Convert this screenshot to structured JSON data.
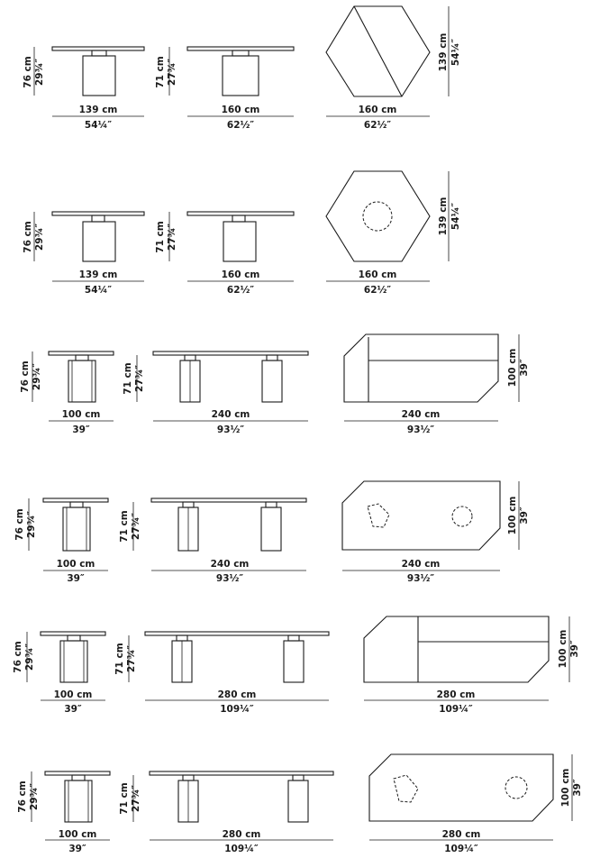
{
  "rows": [
    {
      "side": {
        "w_cm": "139 cm",
        "w_in": "54¼″",
        "h_cm": "76 cm",
        "h_in": "29¾″"
      },
      "front": {
        "w_cm": "160 cm",
        "w_in": "62½″",
        "h_cm": "71 cm",
        "h_in": "27¾″"
      },
      "plan": {
        "w_cm": "160 cm",
        "w_in": "62½″",
        "d_cm": "139 cm",
        "d_in": "54¼″"
      }
    },
    {
      "side": {
        "w_cm": "139 cm",
        "w_in": "54¼″",
        "h_cm": "76 cm",
        "h_in": "29¾″"
      },
      "front": {
        "w_cm": "160 cm",
        "w_in": "62½″",
        "h_cm": "71 cm",
        "h_in": "27¾″"
      },
      "plan": {
        "w_cm": "160 cm",
        "w_in": "62½″",
        "d_cm": "139 cm",
        "d_in": "54¼″"
      }
    },
    {
      "side": {
        "w_cm": "100 cm",
        "w_in": "39″",
        "h_cm": "76 cm",
        "h_in": "29¾″"
      },
      "front": {
        "w_cm": "240 cm",
        "w_in": "93½″",
        "h_cm": "71 cm",
        "h_in": "27¾″"
      },
      "plan": {
        "w_cm": "240 cm",
        "w_in": "93½″",
        "d_cm": "100 cm",
        "d_in": "39″"
      }
    },
    {
      "side": {
        "w_cm": "100 cm",
        "w_in": "39″",
        "h_cm": "76 cm",
        "h_in": "29¾″"
      },
      "front": {
        "w_cm": "240 cm",
        "w_in": "93½″",
        "h_cm": "71 cm",
        "h_in": "27¾″"
      },
      "plan": {
        "w_cm": "240 cm",
        "w_in": "93½″",
        "d_cm": "100 cm",
        "d_in": "39″"
      }
    },
    {
      "side": {
        "w_cm": "100 cm",
        "w_in": "39″",
        "h_cm": "76 cm",
        "h_in": "29¾″"
      },
      "front": {
        "w_cm": "280 cm",
        "w_in": "109¼″",
        "h_cm": "71 cm",
        "h_in": "27¾″"
      },
      "plan": {
        "w_cm": "280 cm",
        "w_in": "109¼″",
        "d_cm": "100 cm",
        "d_in": "39″"
      }
    },
    {
      "side": {
        "w_cm": "100 cm",
        "w_in": "39″",
        "h_cm": "76 cm",
        "h_in": "29¾″"
      },
      "front": {
        "w_cm": "280 cm",
        "w_in": "109¼″",
        "h_cm": "71 cm",
        "h_in": "27¾″"
      },
      "plan": {
        "w_cm": "280 cm",
        "w_in": "109¼″",
        "d_cm": "100 cm",
        "d_in": "39″"
      }
    }
  ]
}
